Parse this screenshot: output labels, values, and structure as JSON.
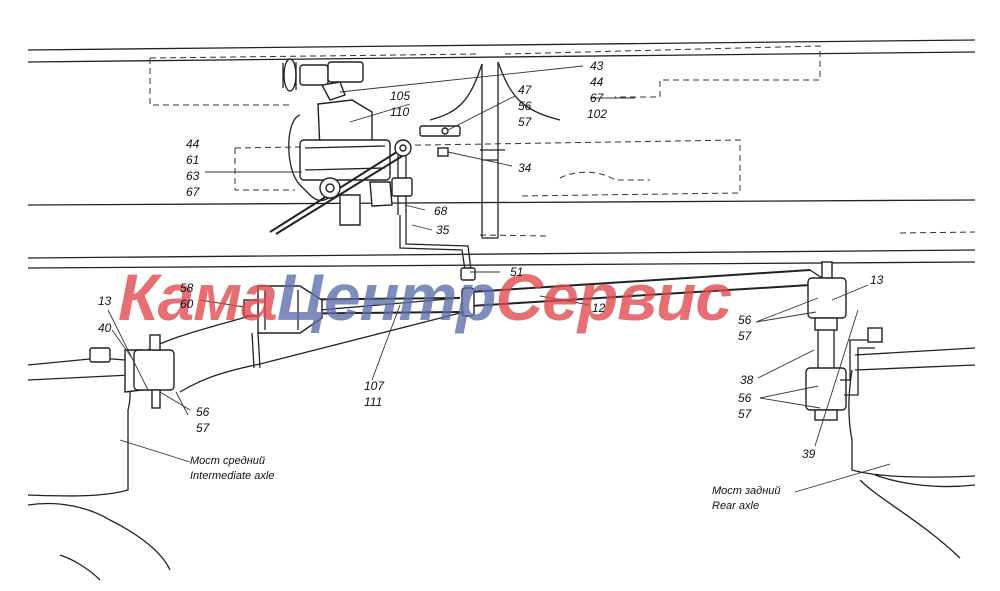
{
  "watermark": {
    "part1": "Кама",
    "part2": "Центр",
    "part3": "Сервис",
    "color1": "#e0474c",
    "color2": "#5b6ea8"
  },
  "labels": {
    "l43": "43",
    "l44a": "44",
    "l67a": "67",
    "l102": "102",
    "l105": "105",
    "l110": "110",
    "l47": "47",
    "l56a": "56",
    "l57a": "57",
    "l34": "34",
    "l44b": "44",
    "l61": "61",
    "l63": "63",
    "l67b": "67",
    "l68": "68",
    "l35": "35",
    "l51": "51",
    "l58": "58",
    "l60": "60",
    "l12": "12",
    "l13a": "13",
    "l40": "40",
    "l56b": "56",
    "l57b": "57",
    "l107": "107",
    "l111": "111",
    "l13b": "13",
    "l56c": "56",
    "l57c": "57",
    "l38": "38",
    "l56d": "56",
    "l57d": "57",
    "l39": "39"
  },
  "captions": {
    "mid_ru": "Мост средний",
    "mid_en": "Intermediate axle",
    "rear_ru": "Мост задний",
    "rear_en": "Rear axle"
  }
}
